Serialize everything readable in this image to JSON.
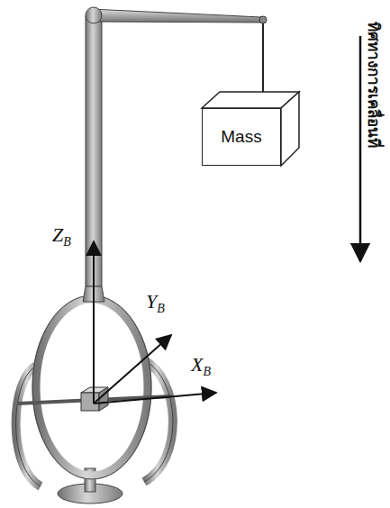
{
  "diagram": {
    "nodes": [
      {
        "text": [
          "Mass"
        ]
      }
    ],
    "labels": [
      "ZB",
      "YB",
      "XB",
      "ทิศทางการเคลื่อนที่"
    ]
  }
}
